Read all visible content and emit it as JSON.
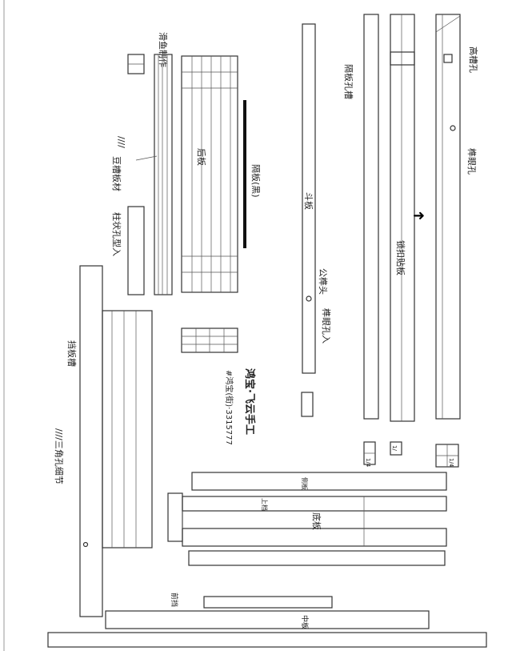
{
  "title": "滑鱼制作",
  "labels": {
    "groove_board": "豆槽板材",
    "slash_marks": "////",
    "column_hole": "柱状孔型入",
    "back_board": "后板",
    "partition_black": "隔板(黑)",
    "bucket_board": "斗板",
    "tenon_head": "公榫头",
    "mortise_hole": "榫眼孔入",
    "partition_slot": "隔板孔槽",
    "high_slot": "高槽孔",
    "mortise": "榫眼孔",
    "lock_board": "锁扣贴板",
    "stop_slot": "挡板槽",
    "triangle_detail": "////三角孔细节",
    "brand": "鸿宝·飞云手工",
    "contact": "#鸿宝(街)·3315777",
    "side_board": "侧板",
    "upper_rail": "上档",
    "bottom_board": "底板",
    "front_rail": "前挡",
    "middle_board": "中板",
    "small_mark_1": "1/4",
    "small_mark_2": "1/",
    "small_mark_3": "1/4"
  }
}
